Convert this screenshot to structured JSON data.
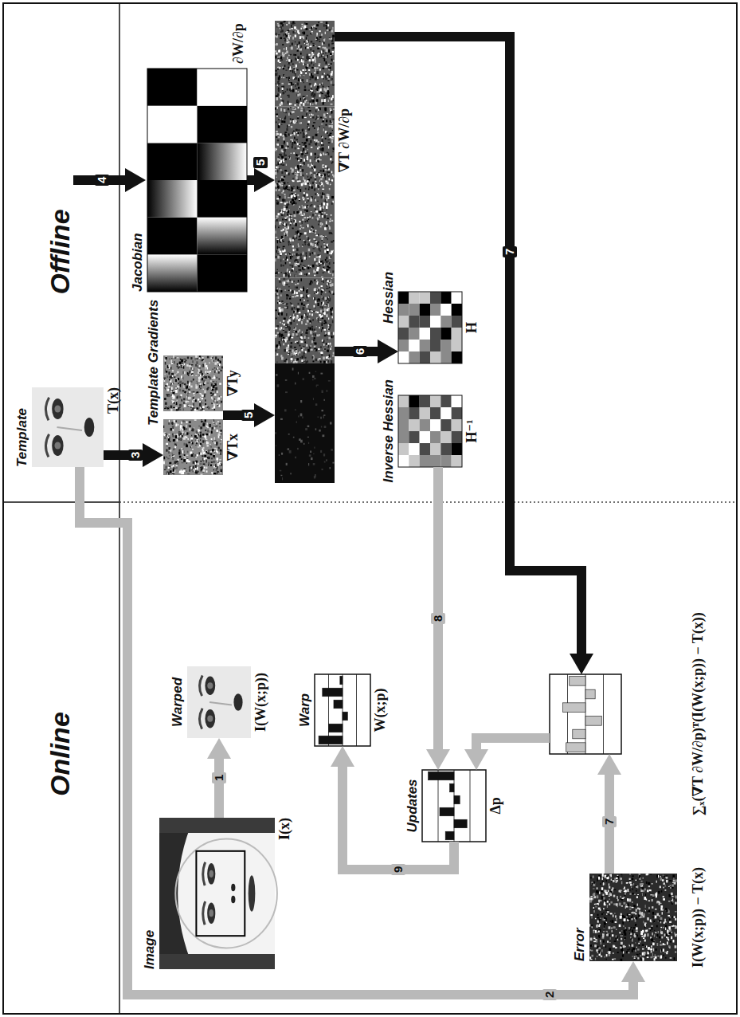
{
  "diagram": {
    "nodes": [
      {
        "text": [
          "Image",
          "I(x)"
        ]
      },
      {
        "text": [
          "Warped",
          "I(W(x;p))"
        ]
      },
      {
        "text": [
          "Template",
          "T(x)"
        ]
      },
      {
        "text": [
          "Template Gradients",
          "∇Tx",
          "∇Ty"
        ]
      },
      {
        "text": [
          "Jacobian",
          "∂W/∂p"
        ]
      },
      {
        "text": [
          "Warp",
          "W(x;p)"
        ]
      },
      {
        "text": [
          "Updates",
          "Δp"
        ]
      },
      {
        "text": [
          "∇T ∂W/∂p"
        ]
      },
      {
        "text": [
          "Inverse Hessian",
          "H⁻¹"
        ]
      },
      {
        "text": [
          "Hessian",
          "H"
        ]
      },
      {
        "text": [
          "Error",
          "I(W(x;p)) − T(x)"
        ]
      },
      {
        "text": [
          "∑ₓ(∇T ∂W/∂p)ᵀ(I(W(x;p)) − T(x))"
        ]
      }
    ],
    "edges": [
      {
        "from": 0,
        "to": 1,
        "label": "1",
        "arrow": "to"
      },
      {
        "from": 2,
        "to": 10,
        "label": "2",
        "arrow": "to"
      },
      {
        "from": 2,
        "to": 3,
        "label": "3",
        "arrow": "to"
      },
      {
        "from": 3,
        "to": 7,
        "label": "5",
        "arrow": "to"
      },
      {
        "from": 4,
        "to": 7,
        "label": "5",
        "arrow": "to"
      },
      {
        "from": 7,
        "to": 9,
        "label": "6",
        "arrow": "to"
      },
      {
        "from": 7,
        "to": 11,
        "label": "7",
        "arrow": "to"
      },
      {
        "from": 10,
        "to": 11,
        "label": "7",
        "arrow": "to"
      },
      {
        "from": 8,
        "to": 6,
        "label": "8",
        "arrow": "to"
      },
      {
        "from": 11,
        "to": 6,
        "arrow": "to"
      },
      {
        "from": 6,
        "to": 5,
        "label": "9",
        "arrow": "to"
      }
    ],
    "labels": [
      "Online",
      "Offline",
      "4"
    ]
  }
}
